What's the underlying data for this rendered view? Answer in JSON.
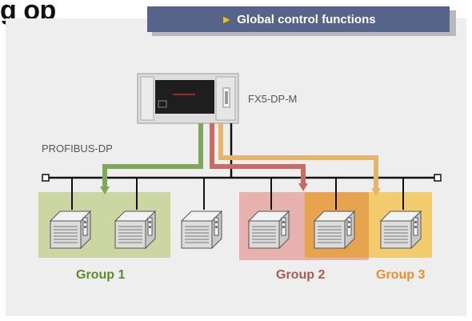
{
  "heading": "g op",
  "banner": {
    "icon": "right-triangle-icon",
    "text": "Global control functions"
  },
  "master": {
    "label": "FX5-DP-M"
  },
  "bus": {
    "label": "PROFIBUS-DP"
  },
  "groups": [
    {
      "label": "Group 1",
      "color": "#5d8b2c",
      "zone_color": "#ccd6a2"
    },
    {
      "label": "Group 2",
      "color": "#b1584f",
      "zone_color": "#e7b1ad"
    },
    {
      "label": "Group 3",
      "color": "#e7902f",
      "zone_color": "#f2cc6d"
    }
  ],
  "arrow_colors": {
    "group1": "#7fa85a",
    "group2": "#c96c66",
    "group3": "#e3b66c"
  },
  "slave_icon": "remote-io-station-icon"
}
